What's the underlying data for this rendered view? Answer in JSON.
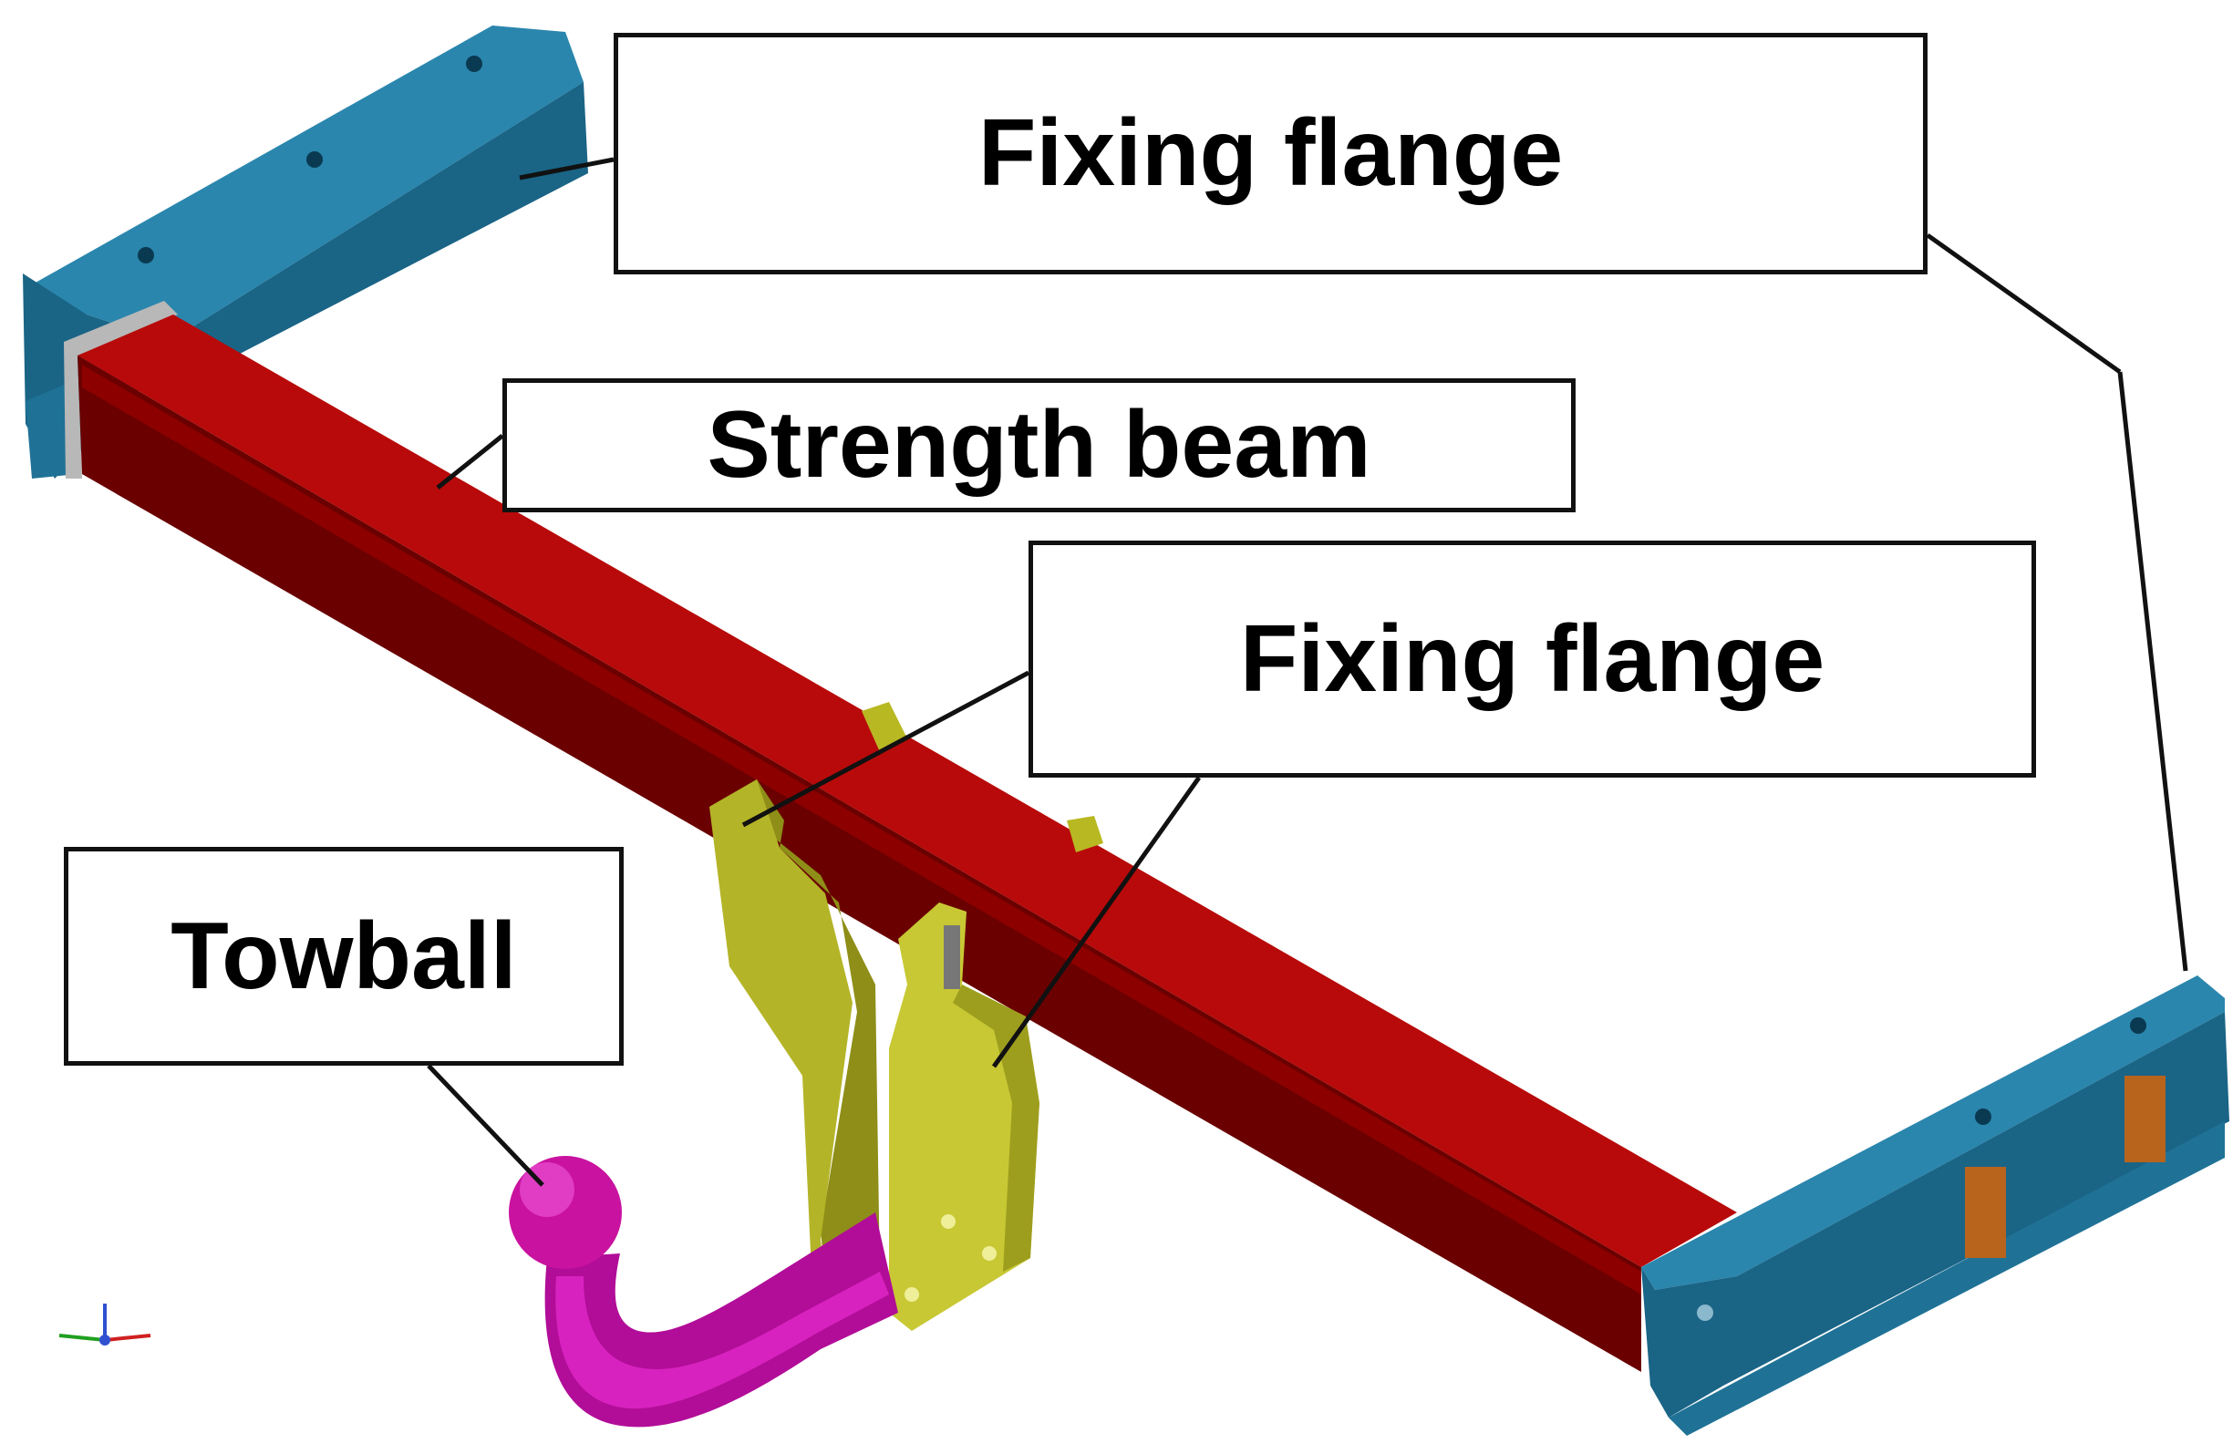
{
  "labels": {
    "fixing_flange_top": "Fixing flange",
    "strength_beam": "Strength beam",
    "fixing_flange_mid": "Fixing flange",
    "towball": "Towball"
  },
  "colors": {
    "strength_beam": "#a50000",
    "strength_beam_dark": "#6a0000",
    "fixing_flange": "#1f7296",
    "fixing_flange_dark": "#0f4a66",
    "hook_bracket": "#c8c834",
    "hook_bracket_dark": "#8e8e18",
    "towball": "#d010b8",
    "towball_dark": "#8a0a7a",
    "spacer": "#b8641c",
    "leader_line": "#111111"
  }
}
